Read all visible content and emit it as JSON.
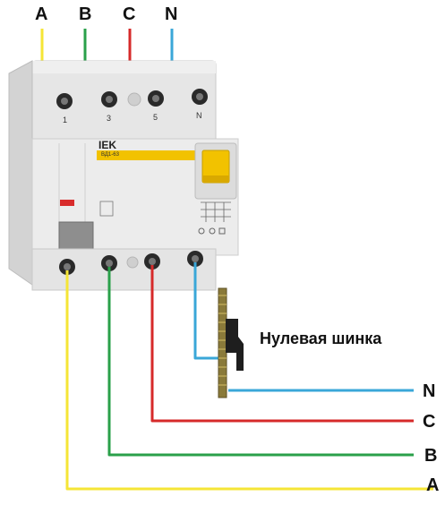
{
  "top_labels": {
    "a": "A",
    "b": "B",
    "c": "C",
    "n": "N"
  },
  "device": {
    "brand": "IEK",
    "model": "ВД1-63",
    "terminals": [
      "1",
      "3",
      "5",
      "N"
    ]
  },
  "busbar_label": "Нулевая шинка",
  "right_labels": {
    "n": "N",
    "c": "C",
    "b": "B",
    "a": "A"
  },
  "colors": {
    "phase_a": "#f5e536",
    "phase_b": "#2aa04a",
    "phase_c": "#d62a2a",
    "neutral": "#3aa7d8",
    "device_body": "#e9e9e9",
    "accent": "#f2c200"
  }
}
